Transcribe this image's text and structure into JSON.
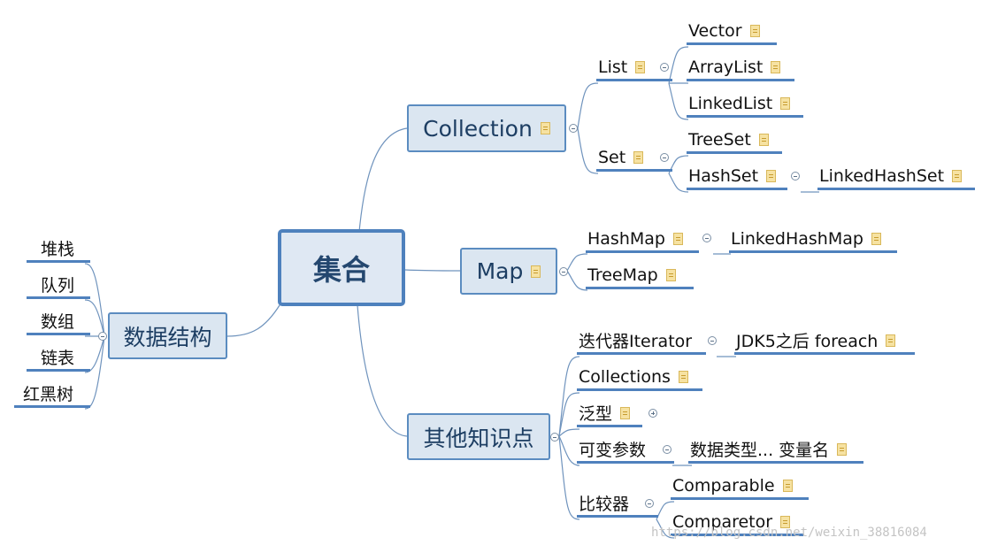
{
  "central": {
    "label": "集合"
  },
  "collection": {
    "label": "Collection",
    "list": {
      "label": "List",
      "children": [
        "Vector",
        "ArrayList",
        "LinkedList"
      ]
    },
    "set": {
      "label": "Set",
      "treeset": "TreeSet",
      "hashset": "HashSet",
      "linkedhashset": "LinkedHashSet"
    }
  },
  "map": {
    "label": "Map",
    "hashmap": "HashMap",
    "linkedhashmap": "LinkedHashMap",
    "treemap": "TreeMap"
  },
  "other": {
    "label": "其他知识点",
    "iterator": "迭代器Iterator",
    "jdk5": "JDK5之后 foreach",
    "collections": "Collections",
    "generics": "泛型",
    "varargs": "可变参数",
    "varargs_detail": "数据类型... 变量名",
    "comparator_group": "比较器",
    "comparable": "Comparable",
    "comparetor": "Comparetor"
  },
  "data_structure": {
    "label": "数据结构",
    "items": [
      "堆栈",
      "队列",
      "数组",
      "链表",
      "红黑树"
    ]
  },
  "watermark": "https://blog.csdn.net/weixin_38816084"
}
